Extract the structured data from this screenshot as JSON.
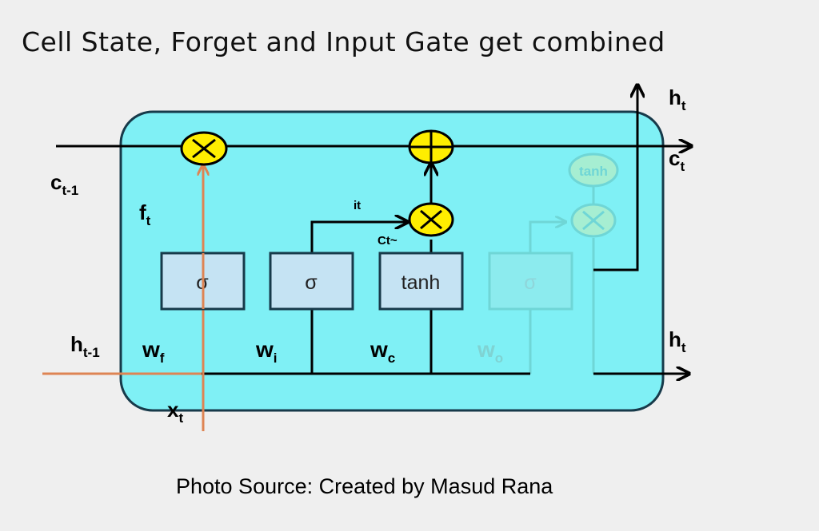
{
  "title": "Cell State, Forget and Input Gate get combined",
  "labels": {
    "c_prev": "c",
    "c_prev_sub": "t-1",
    "h_prev": "h",
    "h_prev_sub": "t-1",
    "x": "x",
    "x_sub": "t",
    "f": "f",
    "f_sub": "t",
    "it": "it",
    "ct_tilde": "Ct~",
    "h_top": "h",
    "h_top_sub": "t",
    "c_out": "c",
    "c_out_sub": "t",
    "h_out": "h",
    "h_out_sub": "t",
    "wf": "w",
    "wf_sub": "f",
    "wi": "w",
    "wi_sub": "i",
    "wc": "w",
    "wc_sub": "c",
    "wo": "w",
    "wo_sub": "o"
  },
  "gates": {
    "forget": "σ",
    "input": "σ",
    "candidate": "tanh",
    "output": "σ",
    "output_tanh": "tanh"
  },
  "caption": "Photo Source: Created by Masud Rana",
  "colors": {
    "background": "#efefef",
    "cell": "#7ff0f5",
    "gate_box": "#c5e3f3",
    "operator": "#ffee00",
    "input_line": "#de8453"
  }
}
